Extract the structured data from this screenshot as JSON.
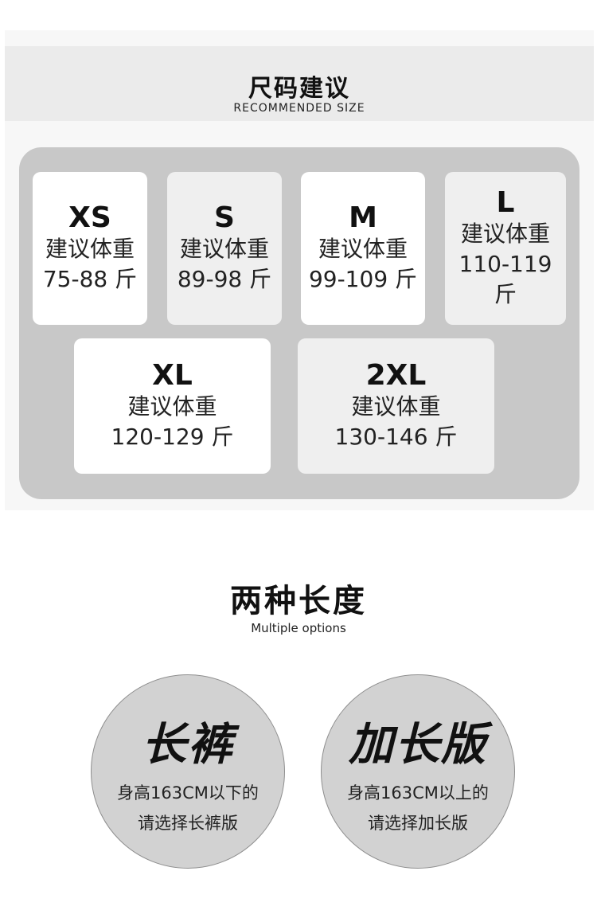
{
  "size_section": {
    "title_cn": "尺码建议",
    "title_en": "RECOMMENDED SIZE",
    "cards": [
      {
        "size": "XS",
        "label": "建议体重",
        "range": "75-88 斤"
      },
      {
        "size": "S",
        "label": "建议体重",
        "range": "89-98 斤"
      },
      {
        "size": "M",
        "label": "建议体重",
        "range": "99-109 斤"
      },
      {
        "size": "L",
        "label": "建议体重",
        "range": "110-119 斤"
      },
      {
        "size": "XL",
        "label": "建议体重",
        "range": "120-129 斤"
      },
      {
        "size": "2XL",
        "label": "建议体重",
        "range": "130-146 斤"
      }
    ]
  },
  "options_section": {
    "title_cn": "两种长度",
    "title_en": "Multiple options",
    "options": [
      {
        "name": "长裤",
        "line1": "身高163CM以下的",
        "line2": "请选择长裤版"
      },
      {
        "name": "加长版",
        "line1": "身高163CM以上的",
        "line2": "请选择加长版"
      }
    ]
  },
  "colors": {
    "panel": "#c8c8c8",
    "card_white": "#ffffff",
    "card_light": "#efefef",
    "circle": "#d2d2d2"
  }
}
